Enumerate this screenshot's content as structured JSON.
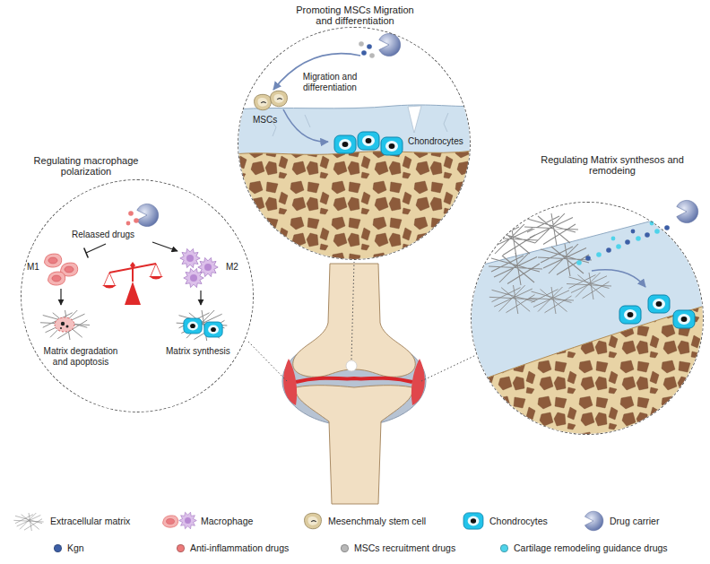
{
  "diagram": {
    "nodes": [
      {
        "text": [
          "Promoting MSCs Migration and differentiation"
        ]
      },
      {
        "text": [
          "Regulating macrophage polarization"
        ]
      },
      {
        "text": [
          "Regulating Matrix synthesos and remodeing"
        ]
      }
    ],
    "labels": [
      "Migration and differentiation",
      "MSCs",
      "Chondrocytes",
      "Relaased drugs",
      "M1",
      "M2",
      "Matrix degradation and apoptosis",
      "Matrix synthesis"
    ],
    "legend": [
      {
        "text": "Extracellular matrix"
      },
      {
        "text": "Macrophage"
      },
      {
        "text": "Mesenchmaly stem cell"
      },
      {
        "text": "Chondrocytes"
      },
      {
        "text": "Drug carrier"
      },
      {
        "text": "Kgn",
        "color": "#3d5fa6"
      },
      {
        "text": "Anti-inflammation drugs",
        "color": "#ec7a7a"
      },
      {
        "text": "MSCs recruitment drugs",
        "color": "#b8b8b8"
      },
      {
        "text": "Cartilage remodeling guidance drugs",
        "color": "#4fd3ea"
      }
    ]
  }
}
